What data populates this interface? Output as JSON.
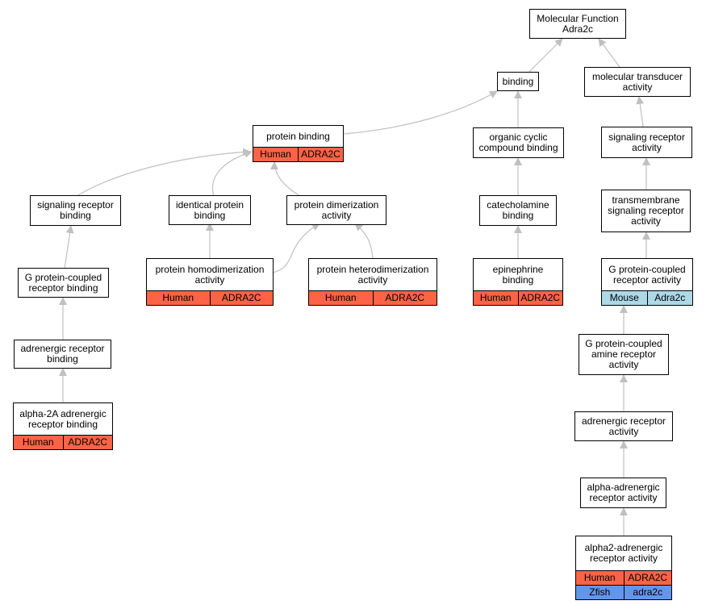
{
  "nodes": {
    "root": {
      "label": "Molecular Function\nAdra2c"
    },
    "binding": {
      "label": "binding"
    },
    "transducer": {
      "label": "molecular transducer\nactivity"
    },
    "protein_binding": {
      "label": "protein binding",
      "ann": [
        [
          "Human",
          "ADRA2C"
        ]
      ]
    },
    "organic_cyclic": {
      "label": "organic cyclic\ncompound binding"
    },
    "signaling_receptor_activity": {
      "label": "signaling receptor\nactivity"
    },
    "signaling_receptor_binding": {
      "label": "signaling receptor\nbinding"
    },
    "identical_protein": {
      "label": "identical protein\nbinding"
    },
    "protein_dimerization": {
      "label": "protein dimerization\nactivity"
    },
    "catecholamine": {
      "label": "catecholamine\nbinding"
    },
    "transmembrane": {
      "label": "transmembrane\nsignaling receptor\nactivity"
    },
    "gpcr_binding": {
      "label": "G protein-coupled\nreceptor binding"
    },
    "homodimerization": {
      "label": "protein homodimerization\nactivity",
      "ann": [
        [
          "Human",
          "ADRA2C"
        ]
      ]
    },
    "heterodimerization": {
      "label": "protein heterodimerization\nactivity",
      "ann": [
        [
          "Human",
          "ADRA2C"
        ]
      ]
    },
    "epinephrine": {
      "label": "epinephrine\nbinding",
      "ann": [
        [
          "Human",
          "ADRA2C"
        ]
      ]
    },
    "gpcr_activity": {
      "label": "G protein-coupled\nreceptor activity",
      "ann": [
        [
          "Mouse",
          "Adra2c"
        ]
      ]
    },
    "adrenergic_receptor_binding": {
      "label": "adrenergic receptor\nbinding"
    },
    "gpcr_amine": {
      "label": "G protein-coupled\namine receptor\nactivity"
    },
    "alpha2a_binding": {
      "label": "alpha-2A adrenergic\nreceptor binding",
      "ann": [
        [
          "Human",
          "ADRA2C"
        ]
      ]
    },
    "adrenergic_receptor_activity": {
      "label": "adrenergic receptor\nactivity"
    },
    "alpha_adrenergic": {
      "label": "alpha-adrenergic\nreceptor activity"
    },
    "alpha2_adrenergic": {
      "label": "alpha2-adrenergic\nreceptor activity",
      "ann": [
        [
          "Human",
          "ADRA2C"
        ],
        [
          "Zfish",
          "adra2c"
        ]
      ]
    }
  },
  "colors": {
    "Human": "#ff6347",
    "Mouse": "#add8e6",
    "Zfish": "#6495ed",
    "edge": "#c0c0c0"
  }
}
